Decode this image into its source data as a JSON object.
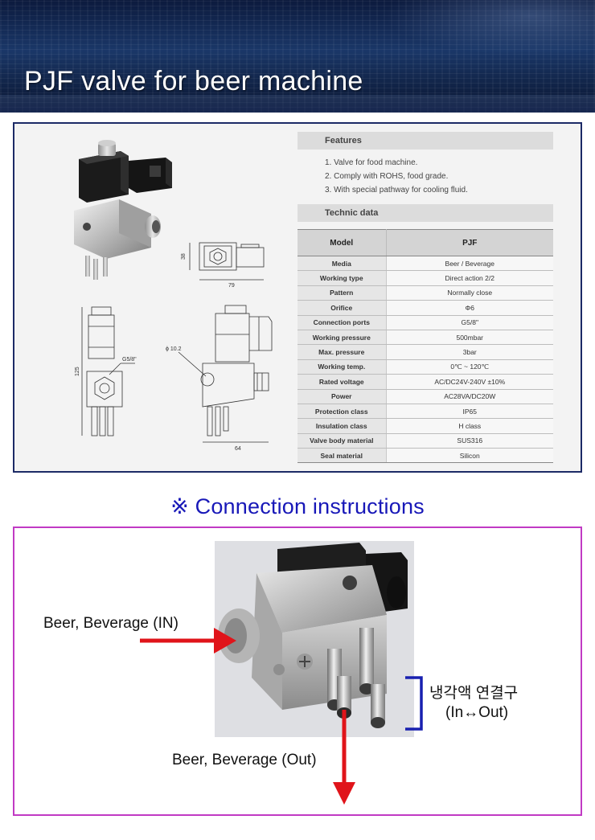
{
  "banner": {
    "title": "PJF valve for beer machine"
  },
  "drawing": {
    "dim_79": "79",
    "dim_38": "38",
    "dim_125": "125",
    "dim_g58": "G5/8\"",
    "dim_102": "ϕ 10.2",
    "dim_64": "64"
  },
  "features": {
    "heading": "Features",
    "items": [
      "1. Valve for food machine.",
      "2. Comply with ROHS, food grade.",
      "3. With special pathway for cooling fluid."
    ]
  },
  "technic": {
    "heading": "Technic data",
    "header": {
      "label": "Model",
      "value": "PJF"
    },
    "rows": [
      {
        "label": "Media",
        "value": "Beer / Beverage"
      },
      {
        "label": "Working type",
        "value": "Direct action 2/2"
      },
      {
        "label": "Pattern",
        "value": "Normally close"
      },
      {
        "label": "Orifice",
        "value": "Φ6"
      },
      {
        "label": "Connection ports",
        "value": "G5/8\""
      },
      {
        "label": "Working pressure",
        "value": "500mbar"
      },
      {
        "label": "Max. pressure",
        "value": "3bar"
      },
      {
        "label": "Working temp.",
        "value": "0℃ ~ 120℃"
      },
      {
        "label": "Rated voltage",
        "value": "AC/DC24V-240V  ±10%"
      },
      {
        "label": "Power",
        "value": "AC28VA/DC20W"
      },
      {
        "label": "Protection class",
        "value": "IP65"
      },
      {
        "label": "Insulation class",
        "value": "H class"
      },
      {
        "label": "Valve body material",
        "value": "SUS316"
      },
      {
        "label": "Seal material",
        "value": "Silicon"
      }
    ]
  },
  "connection": {
    "title": "※ Connection instructions",
    "in_label": "Beer, Beverage (IN)",
    "out_label": "Beer, Beverage (Out)",
    "cooling_label_line1": "냉각액 연결구",
    "cooling_label_line2": "(In↔Out)"
  },
  "colors": {
    "arrow": "#e0141a",
    "bracket": "#1820b0",
    "conn_title": "#1818b8",
    "conn_border": "#c13ac4",
    "spec_border": "#1c2a66"
  }
}
